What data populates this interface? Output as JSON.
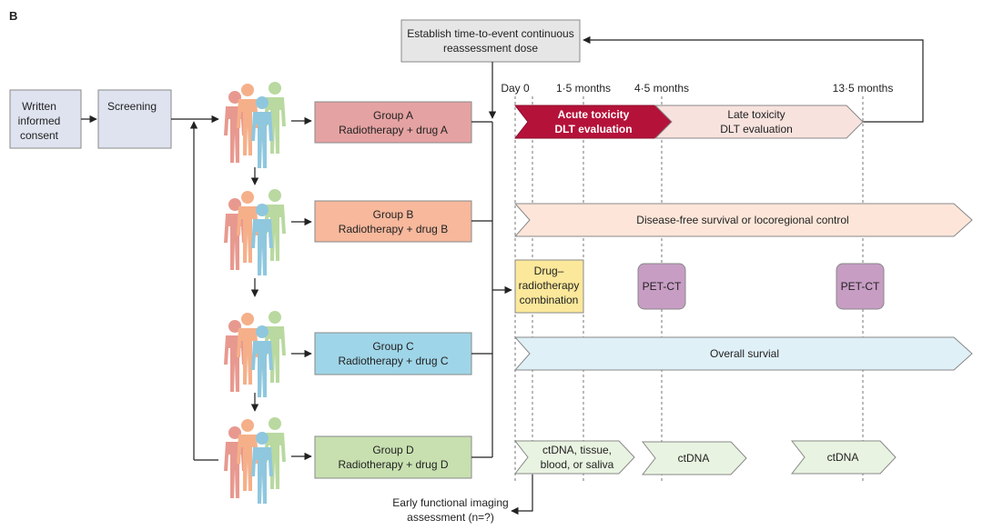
{
  "panel_label": "B",
  "top_box": {
    "lines": [
      "Establish time-to-event continuous",
      "reassessment dose"
    ]
  },
  "consent": {
    "lines": [
      "Written",
      "informed",
      "consent"
    ]
  },
  "screening": {
    "label": "Screening"
  },
  "groups": [
    {
      "lines": [
        "Group A",
        "Radiotherapy + drug A"
      ],
      "fill": "#e5a2a2"
    },
    {
      "lines": [
        "Group B",
        "Radiotherapy + drug B"
      ],
      "fill": "#f7b89c"
    },
    {
      "lines": [
        "Group C",
        "Radiotherapy + drug C"
      ],
      "fill": "#9fd5e8"
    },
    {
      "lines": [
        "Group D",
        "Radiotherapy + drug D"
      ],
      "fill": "#c8e0b0"
    }
  ],
  "timeline_labels": [
    "Day 0",
    "1·5 months",
    "4·5 months",
    "13·5 months"
  ],
  "acute": {
    "lines": [
      "Acute toxicity",
      "DLT evaluation"
    ],
    "fill": "#b5123a"
  },
  "late": {
    "lines": [
      "Late toxicity",
      "DLT evaluation"
    ],
    "fill": "#f7e2de"
  },
  "dfs": {
    "label": "Disease-free survival or locoregional control",
    "fill": "#fde6d9"
  },
  "drug_combo": {
    "lines": [
      "Drug–",
      "radiotherapy",
      "combination"
    ],
    "fill": "#fbe89a"
  },
  "petct": {
    "label": "PET-CT",
    "fill": "#c79dc4"
  },
  "os": {
    "label": "Overall survial",
    "fill": "#dff0f7"
  },
  "ctdna_first": {
    "lines": [
      "ctDNA, tissue,",
      "blood, or saliva"
    ]
  },
  "ctdna": {
    "label": "ctDNA"
  },
  "early_imaging": {
    "lines": [
      "Early functional imaging",
      "assessment (n=?)"
    ]
  },
  "colors": {
    "box_stroke": "#8a8a8a",
    "grey_box": "#e6e6e6",
    "blue_box": "#dfe3f0",
    "green_arrow": "#e9f3e1",
    "person_red": "#e8998f",
    "person_orange": "#f5b08a",
    "person_green": "#b9d9a0",
    "person_blue": "#8fc7de"
  }
}
